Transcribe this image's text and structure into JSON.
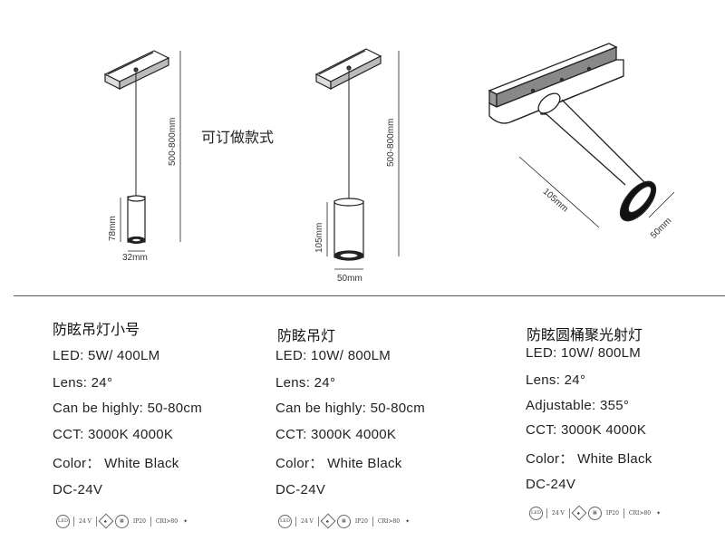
{
  "drawings": {
    "small": {
      "height_label": "78mm",
      "width_label": "32mm",
      "drop_label": "500-800mm"
    },
    "medium": {
      "height_label": "105mm",
      "width_label": "50mm",
      "drop_label": "500-800mm"
    },
    "spot": {
      "length_label": "105mm",
      "diameter_label": "50mm"
    },
    "custom_note": "可订做款式"
  },
  "products": [
    {
      "title": "防眩吊灯小号",
      "specs": [
        "LED: 5W/ 400LM",
        "Lens: 24°",
        "Can be highly: 50-80cm",
        "CCT: 3000K 4000K",
        "Color： White Black",
        "DC-24V"
      ]
    },
    {
      "title": "防眩吊灯",
      "specs": [
        "LED: 10W/ 800LM",
        "Lens: 24°",
        "Can be highly: 50-80cm",
        "CCT: 3000K 4000K",
        "Color： White Black",
        "DC-24V"
      ]
    },
    {
      "title": "防眩圆桶聚光射灯",
      "specs": [
        "LED: 10W/ 800LM",
        "Lens: 24°",
        "Adjustable: 355°",
        "CCT: 3000K 4000K",
        "Color： White Black",
        "DC-24V"
      ]
    }
  ],
  "certs": {
    "led": "LED",
    "voltage": "24 V",
    "ip": "IP20",
    "cri": "CRI>80"
  }
}
